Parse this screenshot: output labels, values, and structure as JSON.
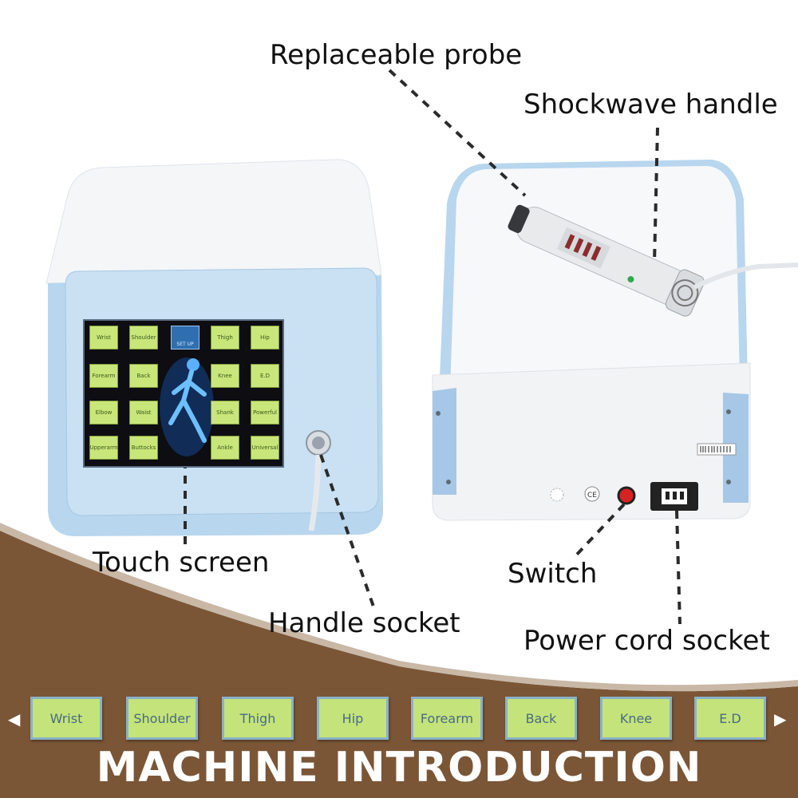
{
  "callouts": {
    "replaceable_probe": "Replaceable probe",
    "shockwave_handle": "Shockwave handle",
    "touch_screen": "Touch screen",
    "handle_socket": "Handle socket",
    "switch": "Switch",
    "power_cord_socket": "Power cord socket"
  },
  "screen_keys": {
    "wrist": "Wrist",
    "shoulder": "Shoulder",
    "thigh": "Thigh",
    "hip": "Hip",
    "forearm": "Forearm",
    "back": "Back",
    "knee": "Knee",
    "ed": "E.D",
    "elbow": "Elbow",
    "waist": "Waist",
    "shank": "Shank",
    "powerful": "Powerful",
    "upperarm": "Upperarm",
    "buttocks": "Buttocks",
    "ankle": "Ankle",
    "universal": "Universal",
    "set": "SET UP"
  },
  "bottom_bar": {
    "buttons": [
      "Wrist",
      "Shoulder",
      "Thigh",
      "Hip",
      "Forearm",
      "Back",
      "Knee",
      "E.D"
    ],
    "left_arrow": "◀",
    "right_arrow": "▶",
    "title": "MACHINE INTRODUCTION"
  },
  "colors": {
    "brown_band": "#7a5637",
    "device_blue": "#b8d6ee",
    "device_white": "#f3f5f7",
    "key_green": "#c9e67a"
  }
}
